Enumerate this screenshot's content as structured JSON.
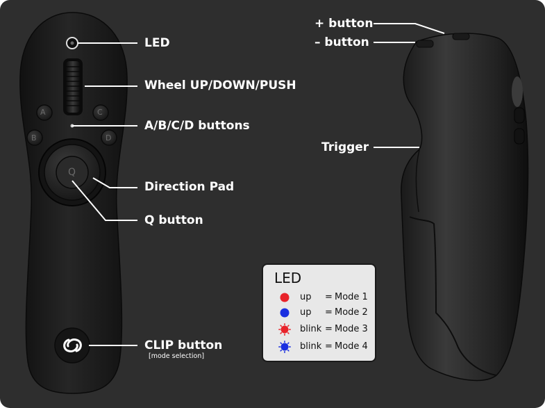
{
  "labels": {
    "led": "LED",
    "wheel": "Wheel UP/DOWN/PUSH",
    "abcd": "A/B/C/D buttons",
    "dpad": "Direction Pad",
    "q": "Q button",
    "clip": "CLIP button",
    "clip_sub": "[mode selection]",
    "plus": "+ button",
    "minus": "– button",
    "trigger": "Trigger"
  },
  "remote_buttons": {
    "a": "A",
    "b": "B",
    "c": "C",
    "d": "D",
    "q": "Q"
  },
  "legend": {
    "title": "LED",
    "rows": [
      {
        "state": "up",
        "eq": "=",
        "mode": "Mode 1",
        "color": "#e8232a",
        "blink": false
      },
      {
        "state": "up",
        "eq": "=",
        "mode": "Mode 2",
        "color": "#1a2fe0",
        "blink": false
      },
      {
        "state": "blink",
        "eq": "=",
        "mode": "Mode 3",
        "color": "#e8232a",
        "blink": true
      },
      {
        "state": "blink",
        "eq": "=",
        "mode": "Mode 4",
        "color": "#1a2fe0",
        "blink": true
      }
    ]
  },
  "colors": {
    "background": "#2e2e2e",
    "device_body": "#1b1b1b",
    "label_text": "#ffffff",
    "legend_bg": "#e8e8e8"
  },
  "icons": {
    "clip_logo": "clip-logo-icon",
    "led": "led-indicator-icon"
  }
}
